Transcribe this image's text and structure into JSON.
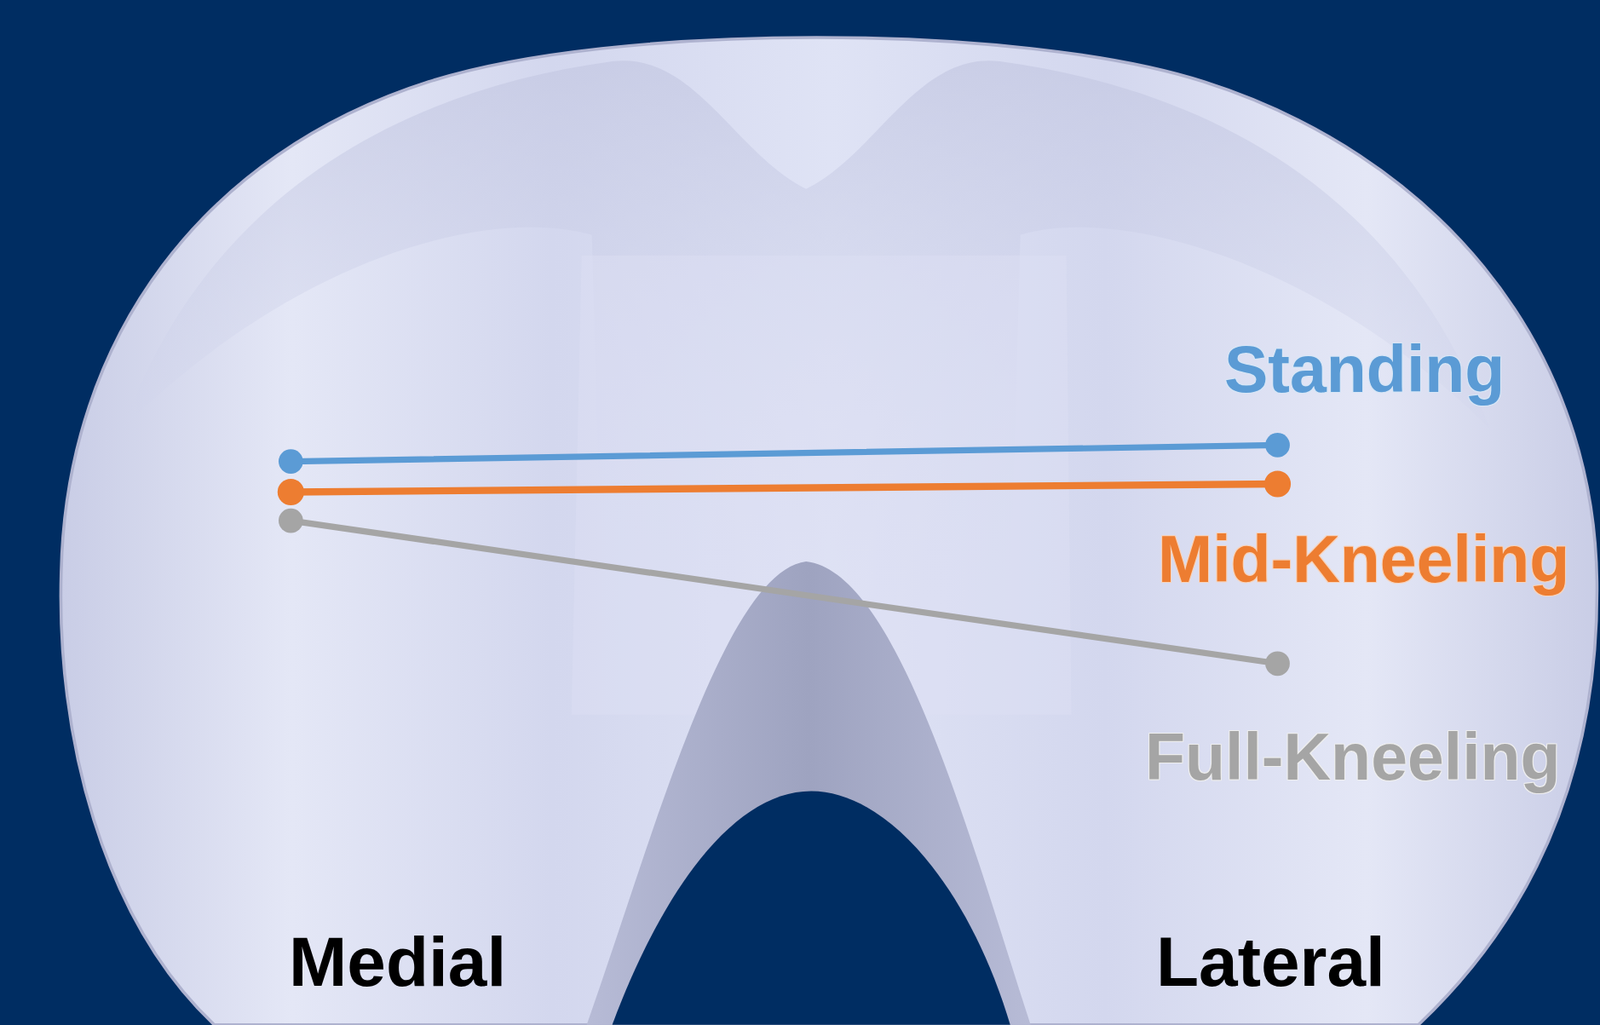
{
  "diagram": {
    "labels": [
      "Standing",
      "Mid-Kneeling",
      "Full-Kneeling",
      "Medial",
      "Lateral"
    ]
  }
}
